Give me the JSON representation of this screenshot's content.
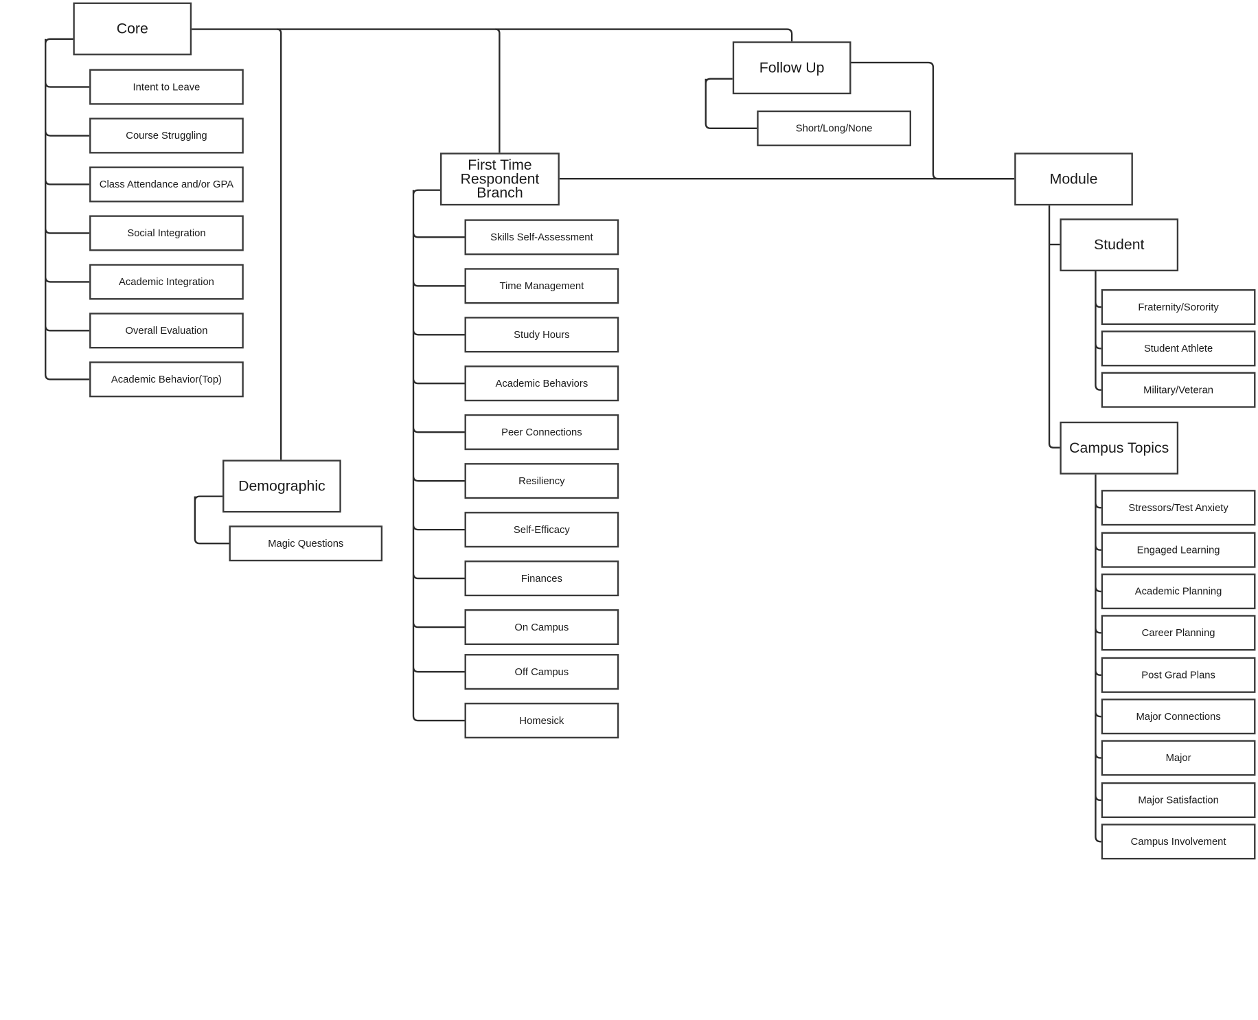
{
  "diagram": {
    "core": {
      "title": "Core",
      "items": [
        "Intent to Leave",
        "Course Struggling",
        "Class Attendance and/or GPA",
        "Social Integration",
        "Academic Integration",
        "Overall Evaluation",
        "Academic Behavior(Top)"
      ]
    },
    "demographic": {
      "title": "Demographic",
      "items": [
        "Magic Questions"
      ]
    },
    "first_time": {
      "title": "First Time\nRespondent\nBranch",
      "items": [
        "Skills Self-Assessment",
        "Time Management",
        "Study Hours",
        "Academic Behaviors",
        "Peer Connections",
        "Resiliency",
        "Self-Efficacy",
        "Finances",
        "On Campus",
        "Off Campus",
        "Homesick"
      ]
    },
    "follow_up": {
      "title": "Follow Up",
      "items": [
        "Short/Long/None"
      ]
    },
    "module": {
      "title": "Module"
    },
    "student": {
      "title": "Student",
      "items": [
        "Fraternity/Sorority",
        "Student Athlete",
        "Military/Veteran"
      ]
    },
    "campus_topics": {
      "title": "Campus Topics",
      "items": [
        "Stressors/Test Anxiety",
        "Engaged Learning",
        "Academic Planning",
        "Career Planning",
        "Post Grad Plans",
        "Major Connections",
        "Major",
        "Major Satisfaction",
        "Campus Involvement"
      ]
    }
  }
}
